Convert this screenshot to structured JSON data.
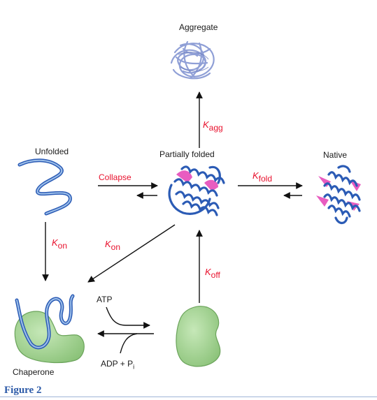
{
  "states": {
    "aggregate": "Aggregate",
    "unfolded": "Unfolded",
    "partially_folded": "Partially folded",
    "native": "Native",
    "chaperone": "Chaperone"
  },
  "transitions": {
    "collapse": "Collapse",
    "k_agg": {
      "symbol": "K",
      "sub": "agg"
    },
    "k_fold": {
      "symbol": "K",
      "sub": "fold"
    },
    "k_on_left": {
      "symbol": "K",
      "sub": "on"
    },
    "k_on_diag": {
      "symbol": "K",
      "sub": "on"
    },
    "k_off": {
      "symbol": "K",
      "sub": "off"
    }
  },
  "cycle": {
    "atp": "ATP",
    "adp": "ADP + P",
    "adp_sub": "i"
  },
  "caption": "Figure 2",
  "colors": {
    "rate_red": "#e8112d",
    "helix_blue": "#2b5bb5",
    "sheet_pink": "#e85cc0",
    "chaperone_green": "#9cd08a",
    "aggregate_lavender": "#8f9fd6"
  }
}
